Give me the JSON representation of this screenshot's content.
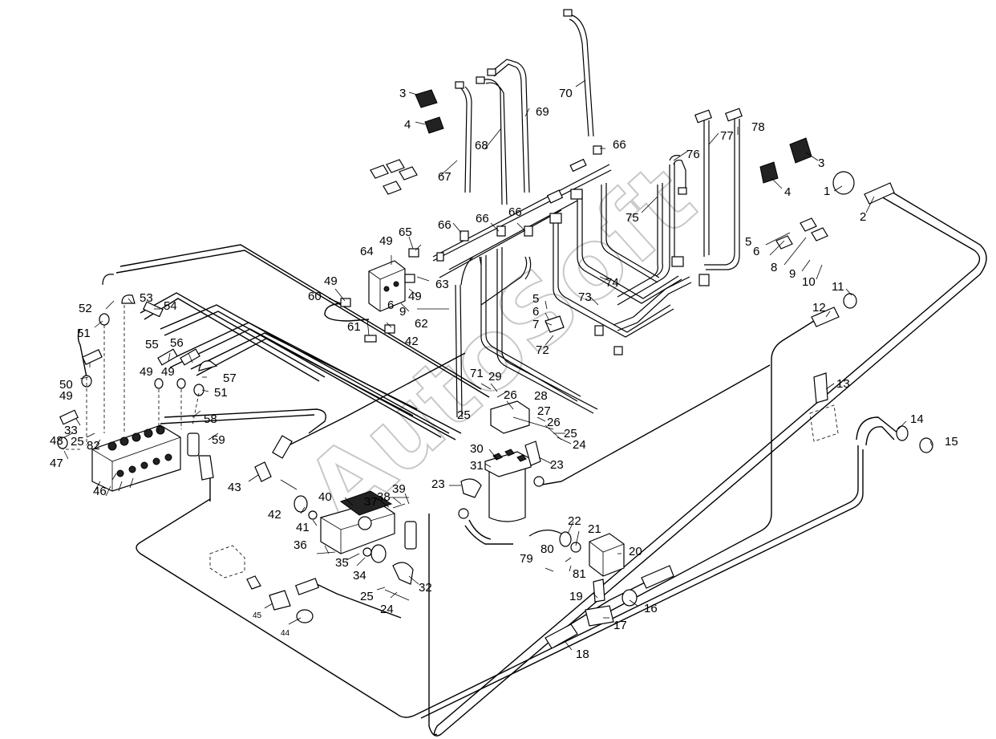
{
  "watermark": "AutoSoft",
  "callouts": [
    "1",
    "2",
    "3",
    "3",
    "4",
    "4",
    "5",
    "5",
    "6",
    "6",
    "6",
    "7",
    "8",
    "9",
    "9",
    "10",
    "11",
    "12",
    "13",
    "14",
    "15",
    "16",
    "17",
    "18",
    "19",
    "20",
    "21",
    "22",
    "23",
    "23",
    "24",
    "24",
    "25",
    "25",
    "25",
    "25",
    "26",
    "26",
    "27",
    "28",
    "29",
    "30",
    "31",
    "32",
    "33",
    "34",
    "35",
    "36",
    "37",
    "38",
    "39",
    "40",
    "41",
    "42",
    "42",
    "43",
    "44",
    "45",
    "46",
    "47",
    "48",
    "49",
    "49",
    "49",
    "49",
    "49",
    "49",
    "50",
    "51",
    "51",
    "52",
    "53",
    "54",
    "55",
    "56",
    "57",
    "58",
    "59",
    "60",
    "61",
    "62",
    "63",
    "64",
    "65",
    "66",
    "66",
    "66",
    "66",
    "67",
    "68",
    "69",
    "70",
    "71",
    "72",
    "73",
    "74",
    "75",
    "76",
    "77",
    "78",
    "79",
    "80",
    "81",
    "82"
  ]
}
